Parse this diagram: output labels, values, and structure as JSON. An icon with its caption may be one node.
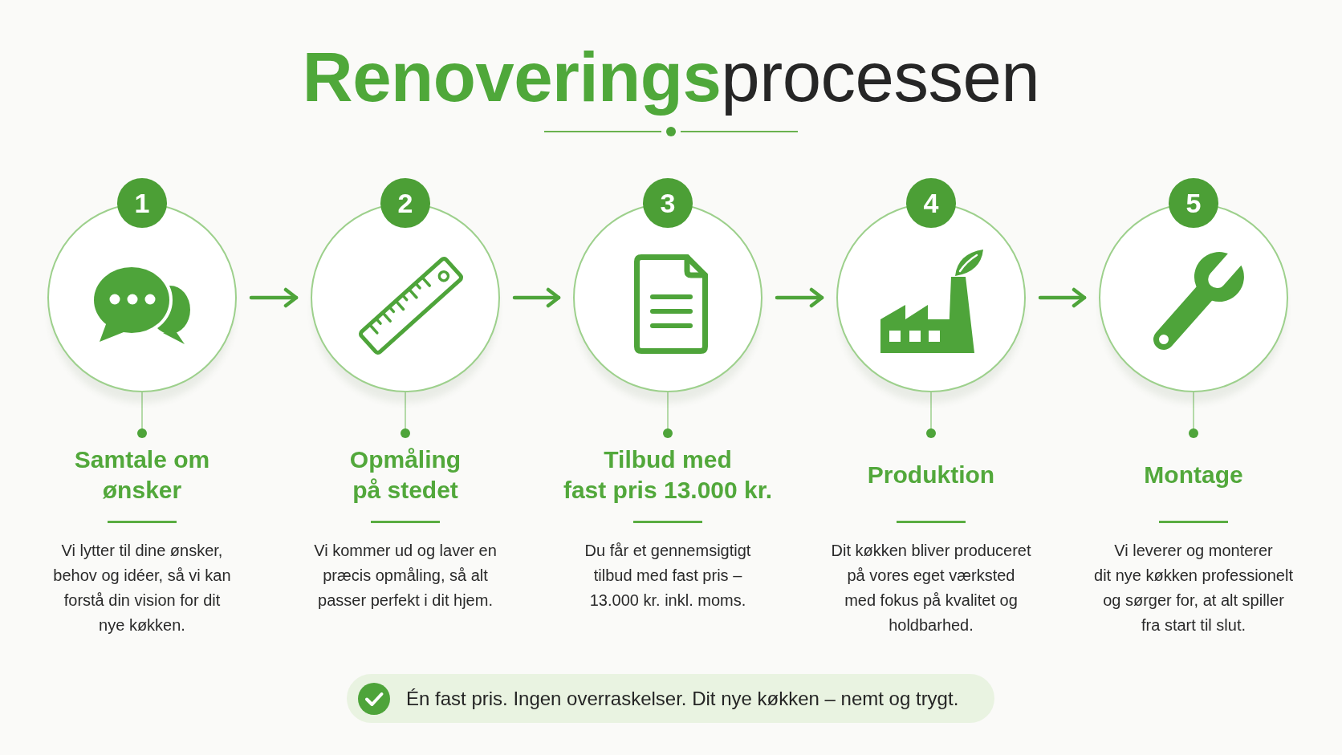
{
  "diagram": {
    "title": "**Renoverings**processen",
    "nodes": [
      {
        "text": [
          "1"
        ]
      },
      {
        "text": [
          "2"
        ]
      },
      {
        "text": [
          "3"
        ]
      },
      {
        "text": [
          "4"
        ]
      },
      {
        "text": [
          "5"
        ]
      },
      {
        "text": [
          "Samtale om ønsker",
          "Vi lytter til dine ønsker, behov og idéer, så vi kan forstå din vision for dit nye køkken."
        ]
      },
      {
        "text": [
          "Opmåling på stedet",
          "Vi kommer ud og laver en præcis opmåling, så alt passer perfekt i dit hjem."
        ]
      },
      {
        "text": [
          "Tilbud med fast pris 13.000 kr.",
          "Du får et gennemsigtigt tilbud med fast pris – 13.000 kr. inkl. moms."
        ]
      },
      {
        "text": [
          "Produktion",
          "Dit køkken bliver produceret på vores eget værksted med fokus på kvalitet og holdbarhed."
        ]
      },
      {
        "text": [
          "Montage",
          "Vi leverer og monterer dit nye køkken professionelt og sørger for, at alt spiller fra start til slut."
        ]
      },
      {
        "text": [
          "Én fast pris. Ingen overraskelser. Dit nye køkken – nemt og trygt."
        ]
      }
    ],
    "edges": [
      {
        "from": 0,
        "to": 1,
        "arrow": "to",
        "style": "thick",
        "color": "#4ea43a"
      },
      {
        "from": 1,
        "to": 2,
        "arrow": "to",
        "style": "thick",
        "color": "#4ea43a"
      },
      {
        "from": 2,
        "to": 3,
        "arrow": "to",
        "style": "thick",
        "color": "#4ea43a"
      },
      {
        "from": 3,
        "to": 4,
        "arrow": "to",
        "style": "thick",
        "color": "#4ea43a"
      },
      {
        "from": 0,
        "to": 5,
        "arrow": "other"
      },
      {
        "from": 1,
        "to": 6,
        "arrow": "other"
      },
      {
        "from": 2,
        "to": 7,
        "arrow": "other"
      },
      {
        "from": 3,
        "to": 8,
        "arrow": "other"
      },
      {
        "from": 4,
        "to": 9,
        "arrow": "other"
      }
    ]
  }
}
